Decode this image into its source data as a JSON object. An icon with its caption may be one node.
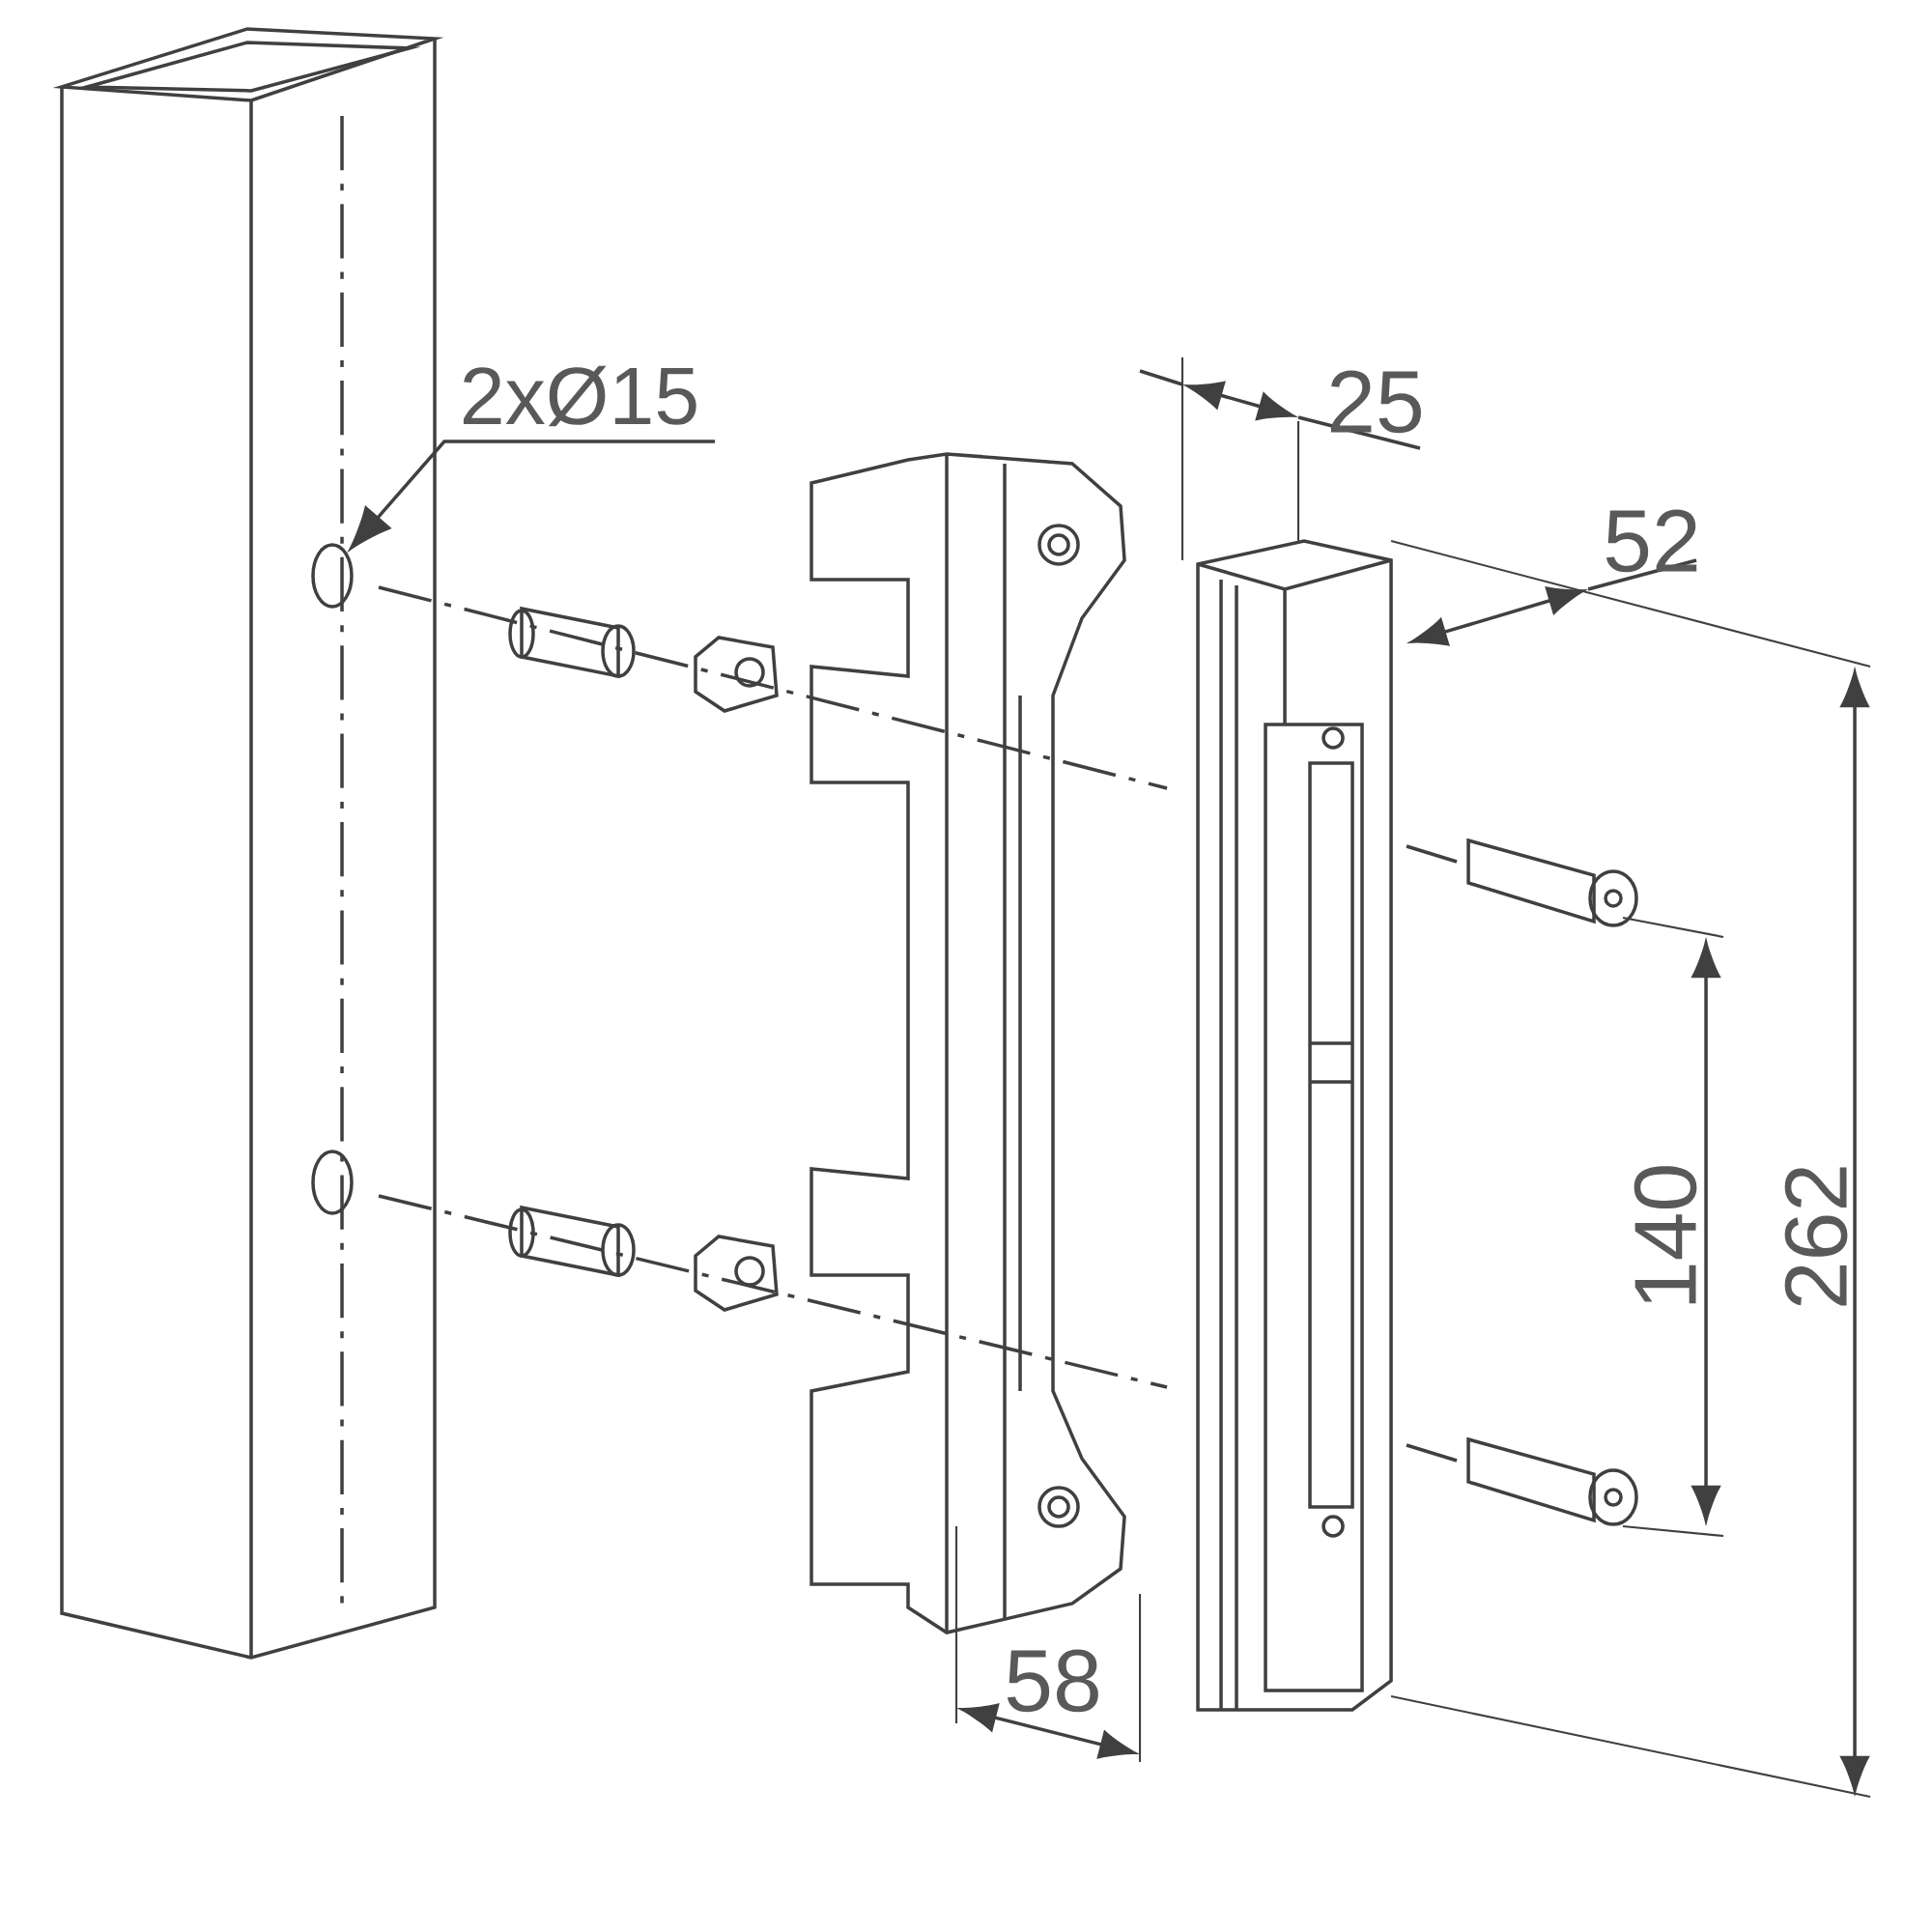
{
  "diagram": {
    "nodes": [
      {
        "text": [
          "2xØ15"
        ]
      },
      {
        "text": [],
        "shape": "circle"
      },
      {
        "text": [],
        "shape": "circle"
      }
    ],
    "edges": [
      {
        "from": 0,
        "to": 1,
        "arrow": "to"
      }
    ],
    "labels": [
      "25",
      "52",
      "140",
      "262",
      "58"
    ]
  }
}
